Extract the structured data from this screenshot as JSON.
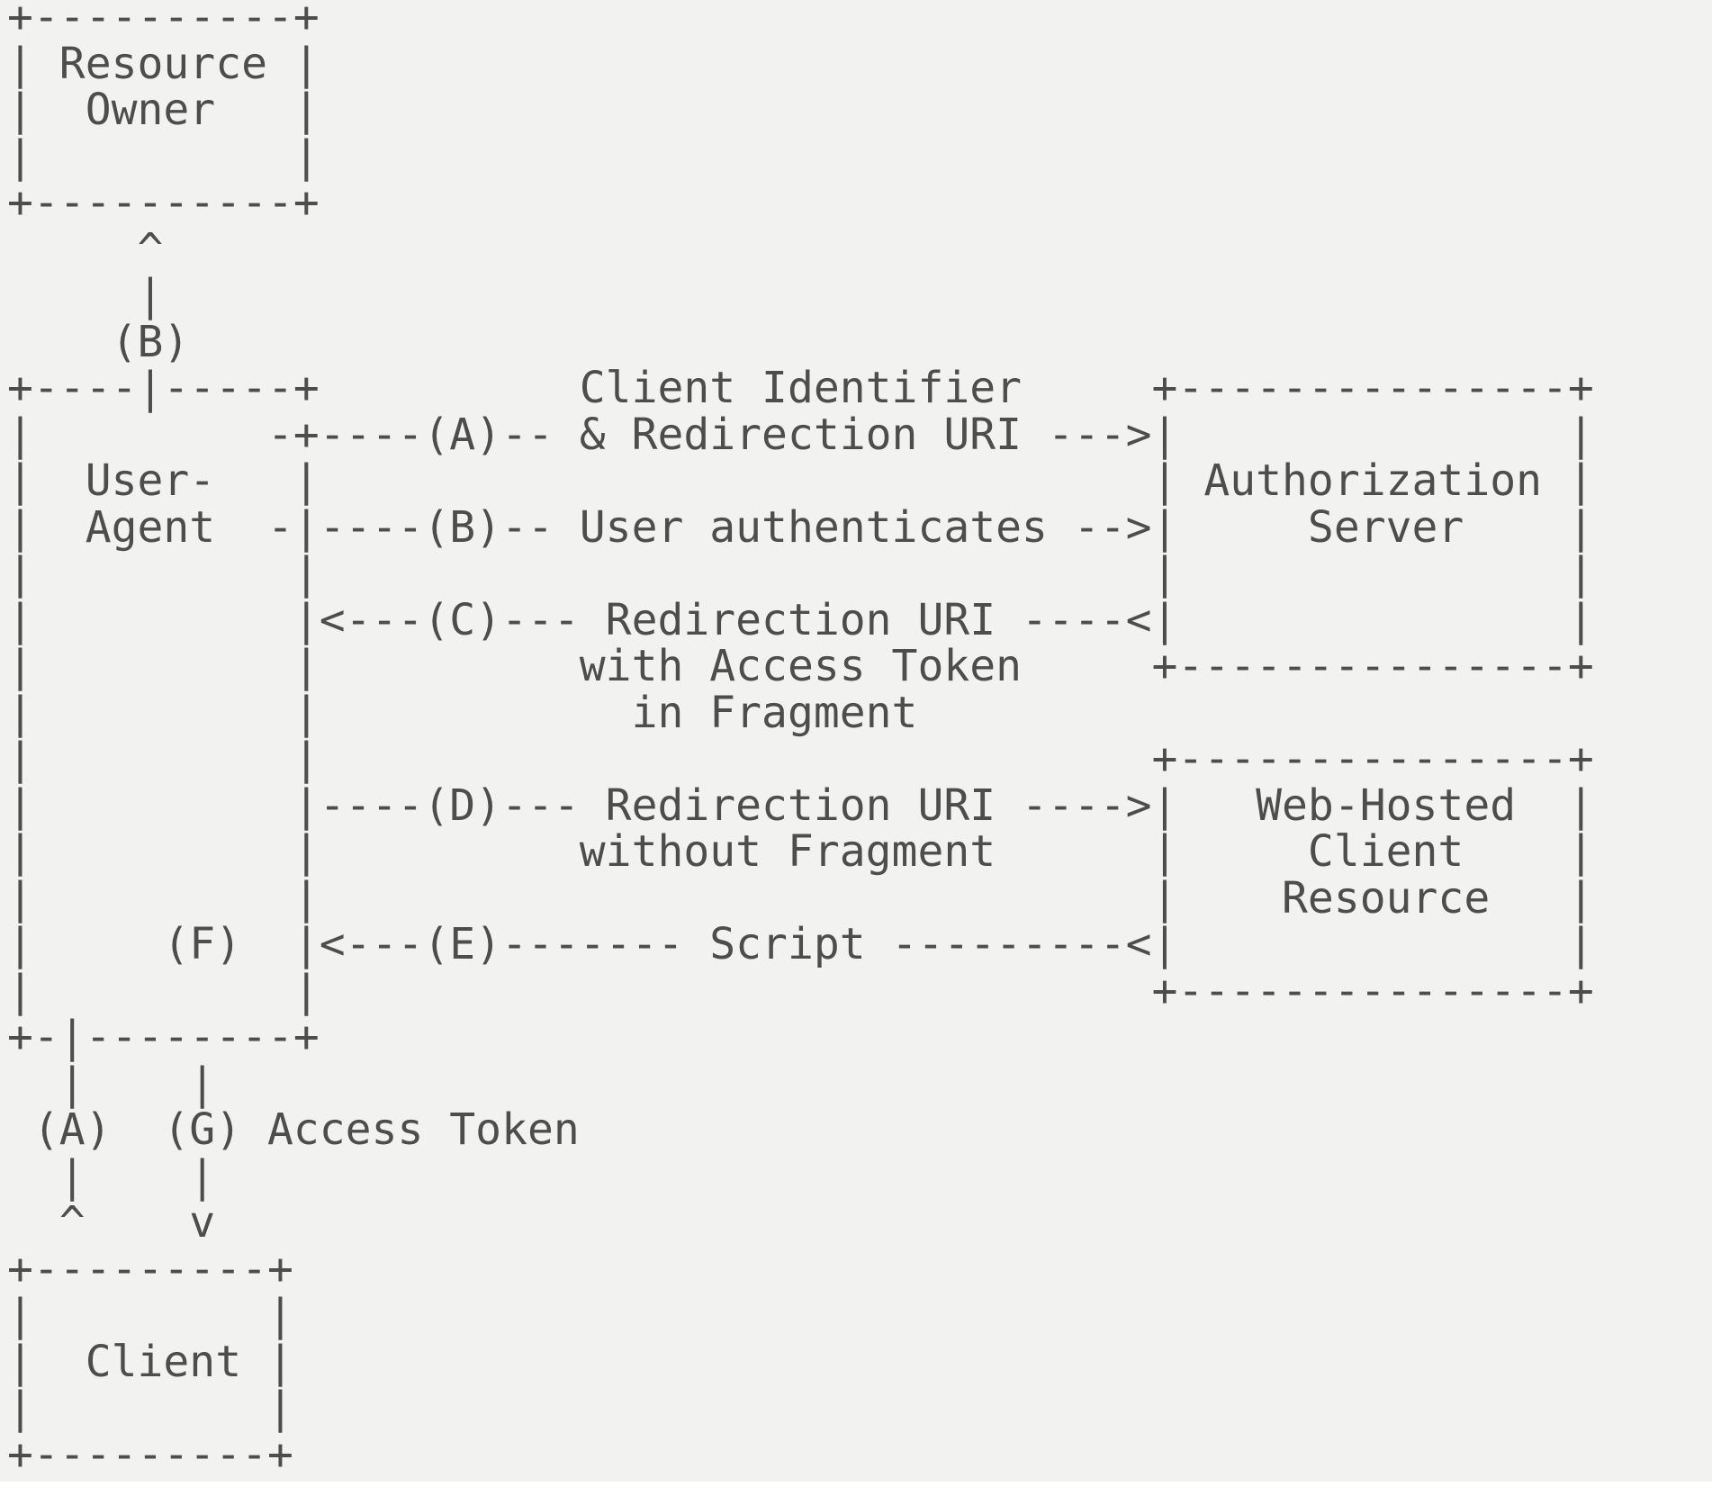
{
  "page": {
    "page_bg": "#ffffff",
    "canvas_bg": "#f2f3f1",
    "ink_color": "#4d4d4d"
  },
  "diagram": {
    "type": "ascii-flow-diagram",
    "lines": [
      "+----------+",
      "| Resource |",
      "|  Owner   |",
      "|          |",
      "+----------+",
      "     ^",
      "     |",
      "    (B)",
      "+----|-----+          Client Identifier     +---------------+",
      "|         -+----(A)-- & Redirection URI --->|               |",
      "|  User-   |                                | Authorization |",
      "|  Agent  -|----(B)-- User authenticates -->|     Server    |",
      "|          |                                |               |",
      "|          |<---(C)--- Redirection URI ----<|               |",
      "|          |          with Access Token     +---------------+",
      "|          |            in Fragment",
      "|          |                                +---------------+",
      "|          |----(D)--- Redirection URI ---->|   Web-Hosted  |",
      "|          |          without Fragment      |     Client    |",
      "|          |                                |    Resource   |",
      "|     (F)  |<---(E)------- Script ---------<|               |",
      "|          |                                +---------------+",
      "+-|--------+",
      "  |    |",
      " (A)  (G) Access Token",
      "  |    |",
      "  ^    v",
      "+---------+",
      "|         |",
      "|  Client |",
      "|         |",
      "+---------+"
    ],
    "entities": [
      {
        "id": "resource-owner",
        "label": "Resource Owner"
      },
      {
        "id": "user-agent",
        "label": "User-Agent"
      },
      {
        "id": "authorization-server",
        "label": "Authorization Server"
      },
      {
        "id": "web-hosted-client-resource",
        "label": "Web-Hosted Client Resource"
      },
      {
        "id": "client",
        "label": "Client"
      }
    ],
    "steps": [
      {
        "marker": "(A)",
        "label": "Client Identifier & Redirection URI"
      },
      {
        "marker": "(B)",
        "label": "User authenticates"
      },
      {
        "marker": "(C)",
        "label": "Redirection URI with Access Token in Fragment"
      },
      {
        "marker": "(D)",
        "label": "Redirection URI without Fragment"
      },
      {
        "marker": "(E)",
        "label": "Script"
      },
      {
        "marker": "(F)",
        "label": ""
      },
      {
        "marker": "(G)",
        "label": "Access Token"
      }
    ]
  }
}
